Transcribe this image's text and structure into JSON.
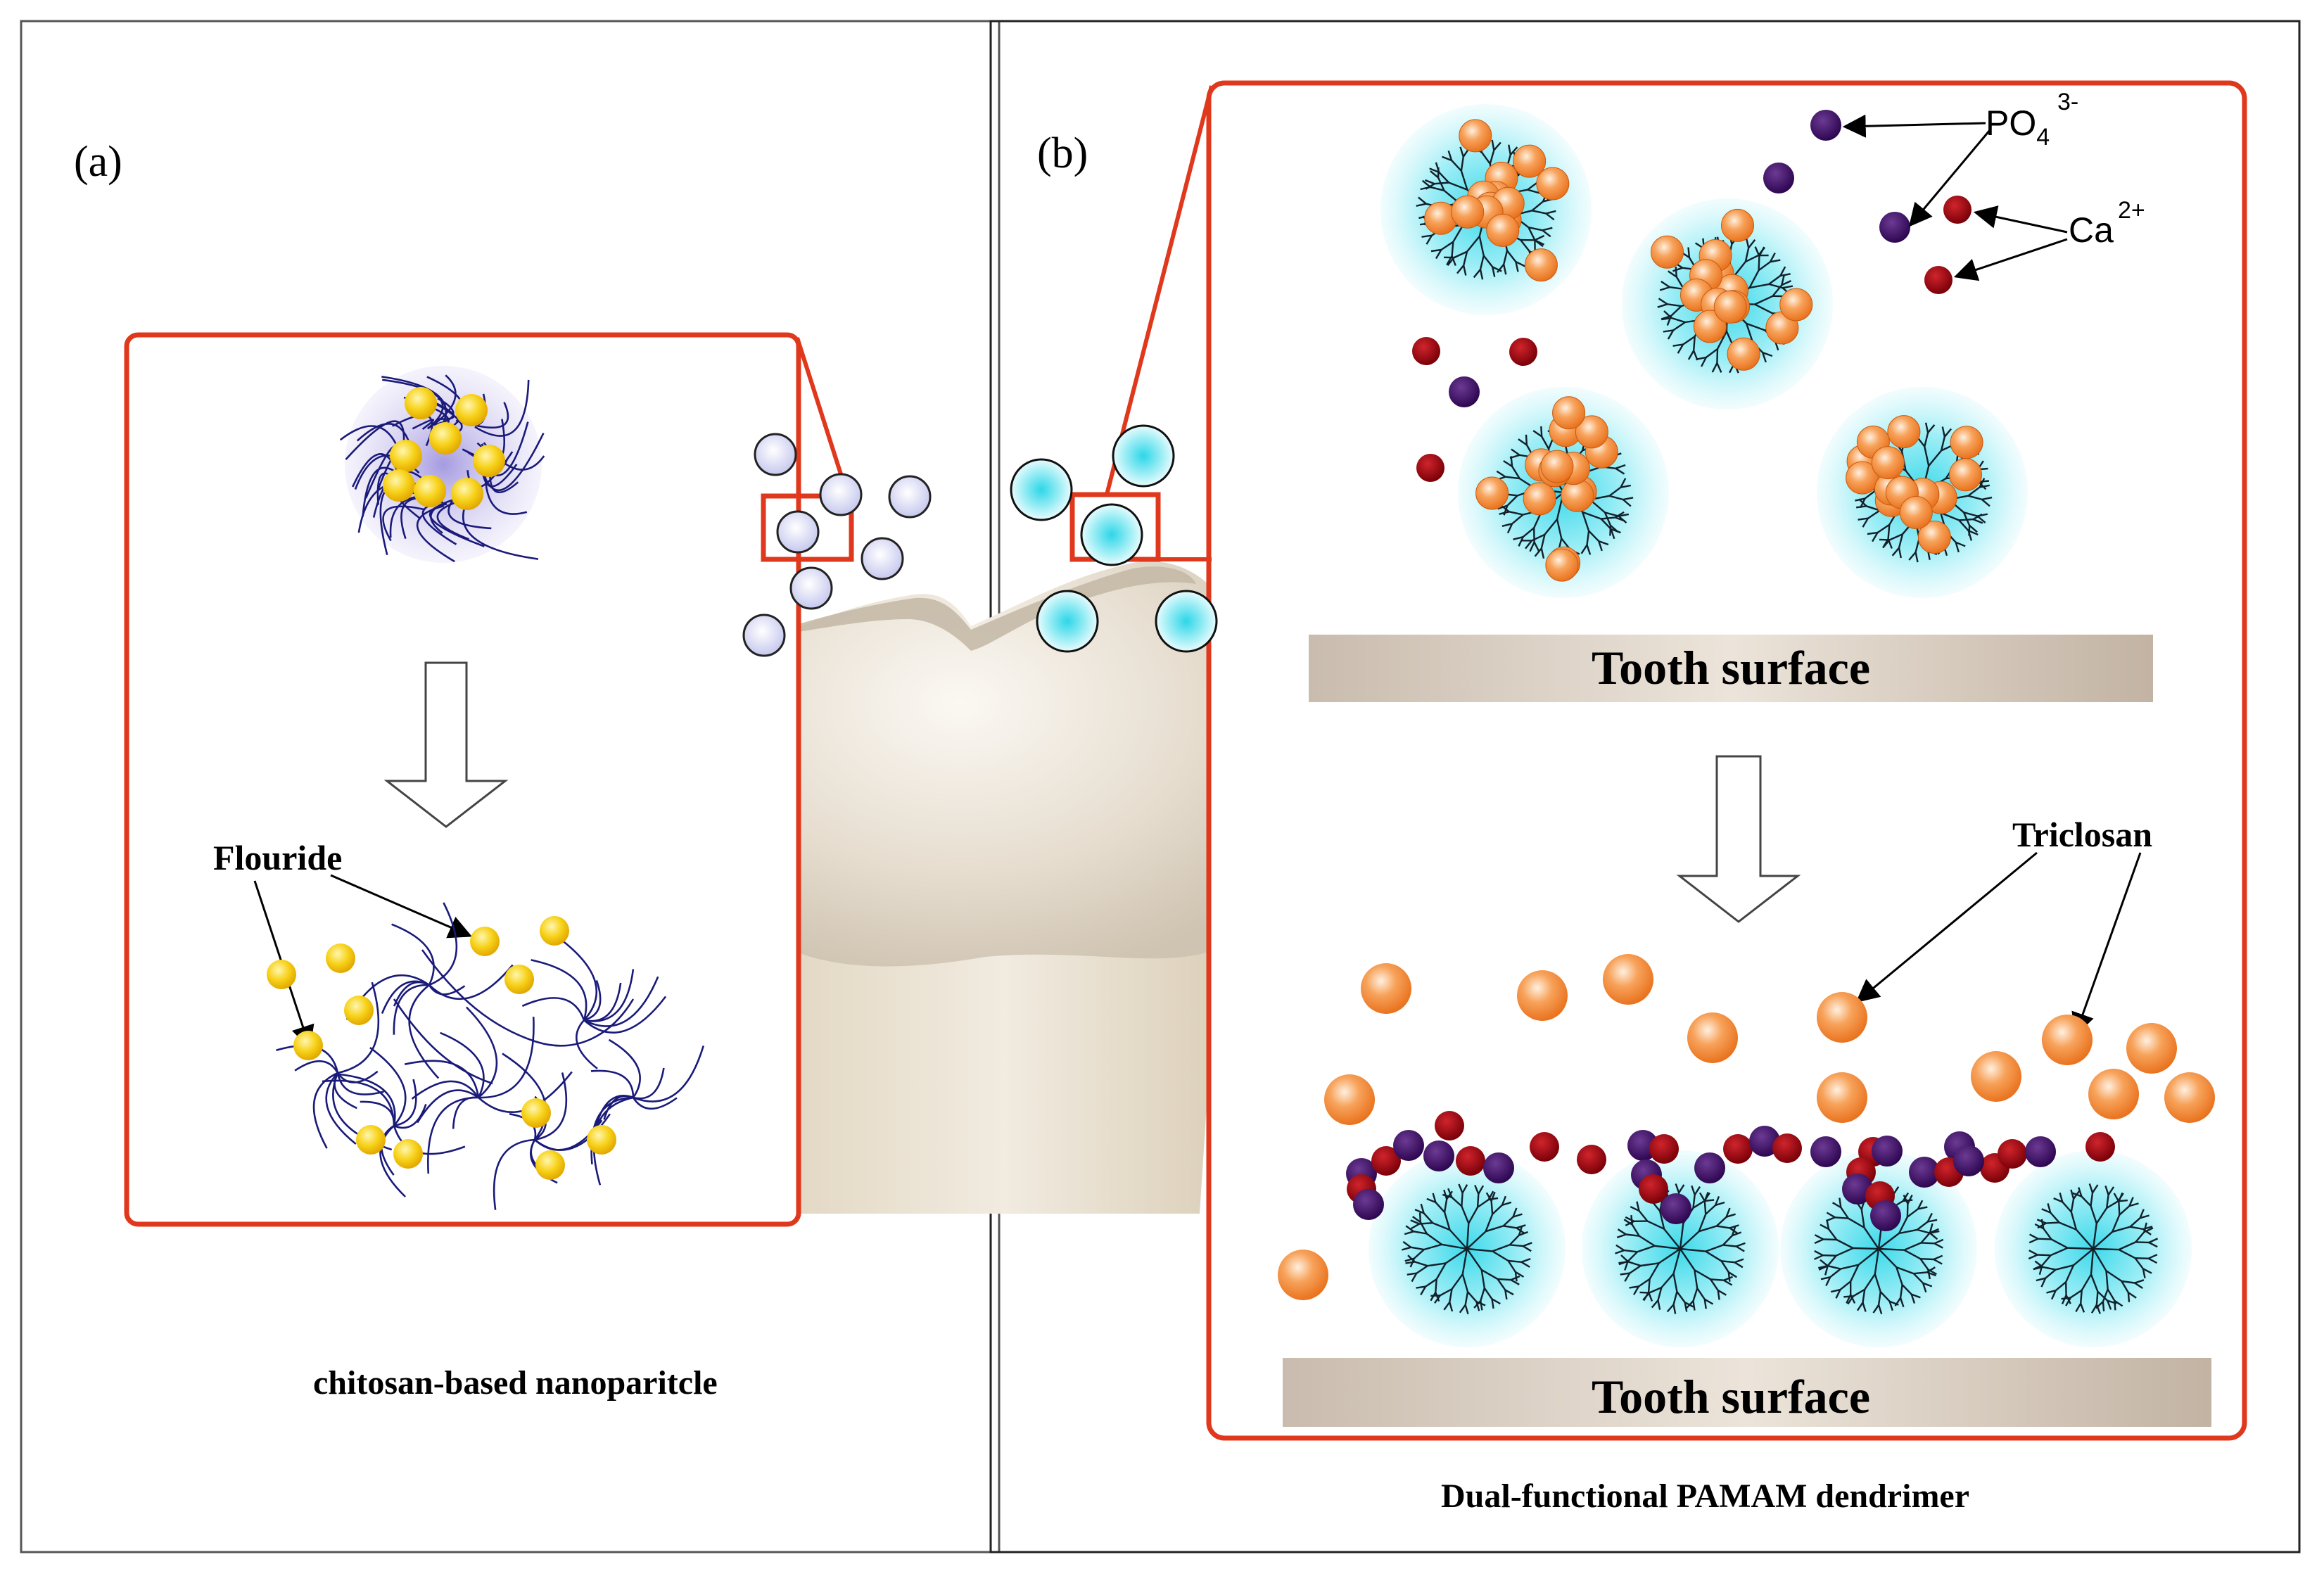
{
  "panel_a": {
    "label": "(a)",
    "fluoride_label": "Flouride",
    "caption": "chitosan-based nanoparitcle"
  },
  "panel_b": {
    "label": "(b)",
    "phosphate_label": "PO",
    "phosphate_subscript": "4",
    "phosphate_superscript": "3-",
    "calcium_label": "Ca",
    "calcium_superscript": "2+",
    "tooth_surface_top": "Tooth surface",
    "triclosan_label": "Triclosan",
    "tooth_surface_bottom": "Tooth surface",
    "caption": "Dual-functional PAMAM dendrimer"
  },
  "colors": {
    "frame_red": "#e0381c",
    "fluoride_yellow": "#f5c400",
    "chitosan_blue": "#1a1a7a",
    "triclosan_orange": "#f08a3c",
    "dendrimer_cyan": "#8ee9f2",
    "phosphate_purple": "#3a0a5e",
    "calcium_red": "#a0000a",
    "tooth_beige": "#e2d8c7",
    "surface_bar": "#c9bcae"
  }
}
